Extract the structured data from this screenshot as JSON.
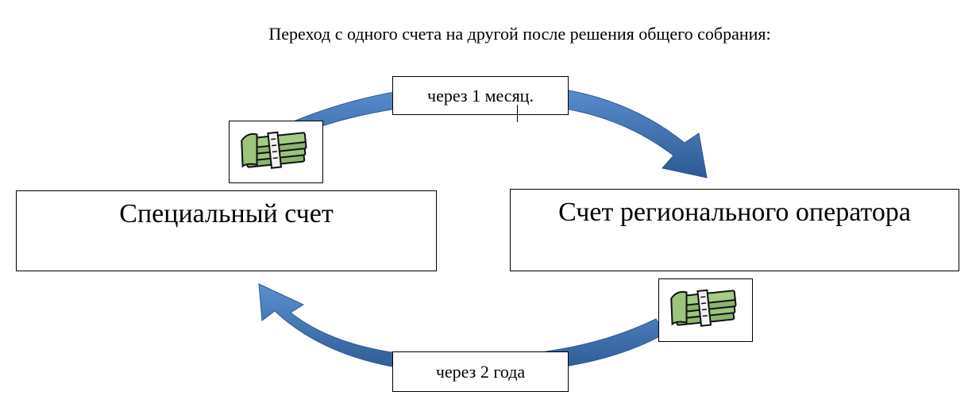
{
  "diagram": {
    "title": "Переход с одного счета на другой после решения общего собрания:",
    "nodes": {
      "special_account": "Специальный счет",
      "regional_operator_account": "Счет регионального оператора"
    },
    "transitions": {
      "top_label": "через 1 месяц.",
      "bottom_label": "через 2 года"
    },
    "icons": {
      "top_left": "money-stack-icon",
      "bottom_right": "money-stack-icon"
    },
    "colors": {
      "arrow_fill": "#4a7ebb",
      "arrow_dark": "#2e5a93",
      "money_green": "#8cb46e",
      "box_border": "#000000"
    }
  }
}
